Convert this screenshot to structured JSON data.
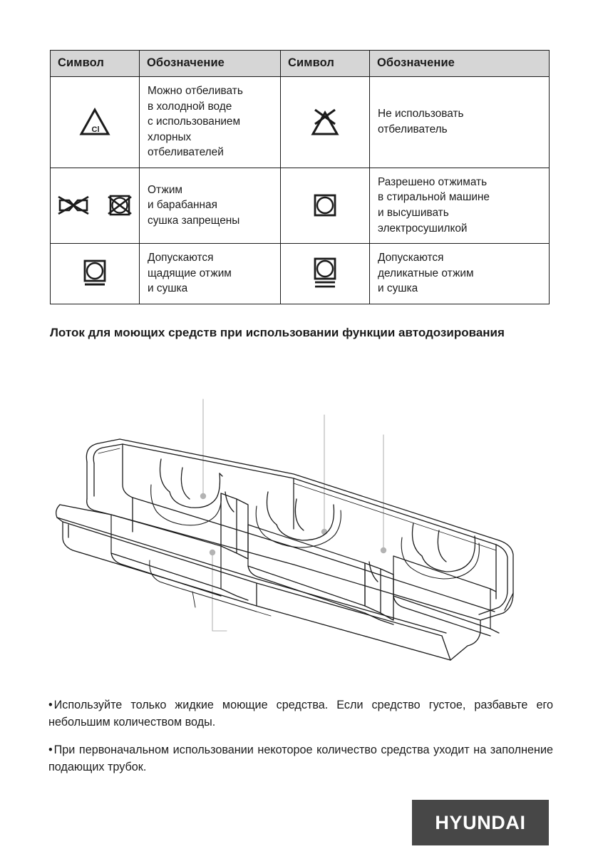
{
  "table": {
    "headers": [
      "Символ",
      "Обозначение",
      "Символ",
      "Обозначение"
    ],
    "rows": [
      {
        "left_icon": "bleach-cold-chlorine-triangle-icon",
        "left_desc": [
          "Можно отбеливать",
          "в холодной воде",
          "с использованием",
          "хлорных",
          "отбеливателей"
        ],
        "right_icon": "do-not-bleach-crossed-triangle-icon",
        "right_desc": [
          "Не использовать",
          "отбеливатель"
        ]
      },
      {
        "left_icon": "no-wring-no-tumble-dry-icon",
        "left_desc": [
          "Отжим",
          "и барабанная",
          "сушка запрещены"
        ],
        "right_icon": "tumble-dry-normal-icon",
        "right_desc": [
          "Разрешено отжимать",
          "в стиральной машине",
          "и высушивать",
          "электросушилкой"
        ]
      },
      {
        "left_icon": "tumble-dry-gentle-one-bar-icon",
        "left_desc": [
          "Допускаются",
          "щадящие отжим",
          "и сушка"
        ],
        "right_icon": "tumble-dry-delicate-two-bar-icon",
        "right_desc": [
          "Допускаются",
          "деликатные отжим",
          "и сушка"
        ]
      }
    ]
  },
  "section": {
    "heading": "Лоток для моющих средств при использовании функции автодозирования"
  },
  "illustration": {
    "name": "detergent-drawer-three-compartment-diagram",
    "callouts": 4
  },
  "bullets": [
    {
      "marker": "•",
      "text": "Используйте только жидкие моющие средства. Если средство густое, разбавьте его небольшим количеством воды."
    },
    {
      "marker": "•",
      "text": "При первоначальном использовании некоторое количество средства уходит на заполнение подающих трубок."
    }
  ],
  "logo": {
    "text": "HYUNDAI",
    "bg_color": "#474747",
    "text_color": "#ffffff"
  },
  "colors": {
    "header_bg": "#d6d6d6",
    "border": "#1b1b1b",
    "text": "#1b1b1b",
    "callout_line": "#b3b3b3"
  }
}
